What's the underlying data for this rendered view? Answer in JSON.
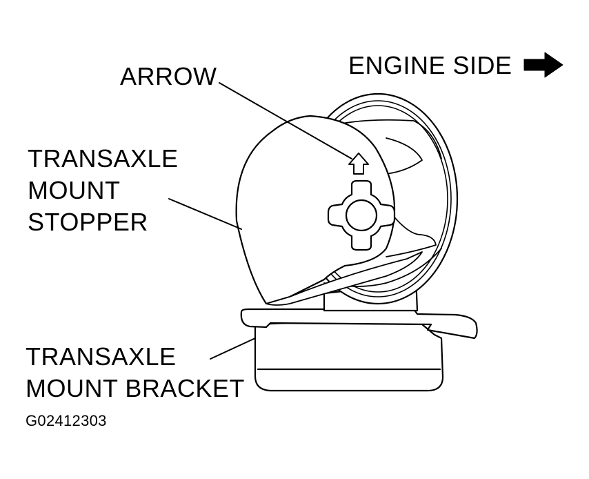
{
  "labels": {
    "arrow": "ARROW",
    "engine_side": "ENGINE SIDE",
    "stopper_line1": "TRANSAXLE",
    "stopper_line2": "MOUNT",
    "stopper_line3": "STOPPER",
    "bracket_line1": "TRANSAXLE",
    "bracket_line2": "MOUNT BRACKET",
    "figure_code": "G02412303"
  },
  "icons": {
    "direction": "right-arrow-icon",
    "orientation_mark": "up-arrow-icon"
  },
  "colors": {
    "ink": "#000000",
    "paper": "#ffffff"
  }
}
